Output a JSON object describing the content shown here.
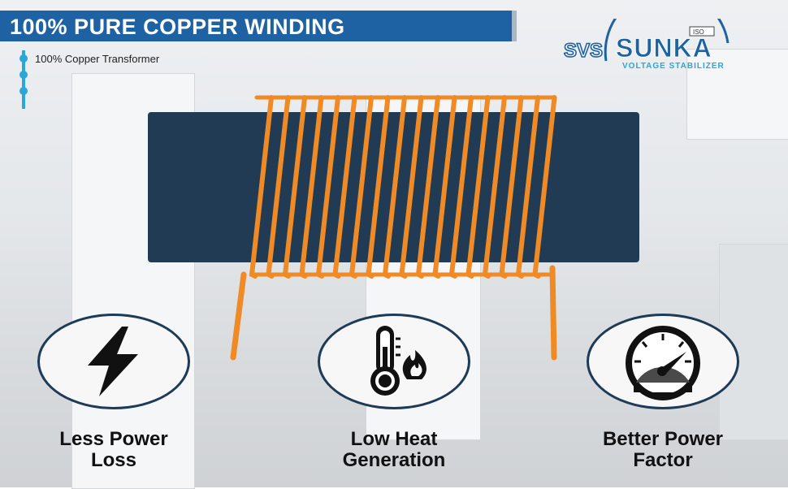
{
  "header": {
    "title": "100% PURE COPPER WINDING"
  },
  "subheading": {
    "label": "100% Copper Transformer"
  },
  "logo": {
    "mark": "SVS",
    "brand": "SUNKA",
    "tagline": "VOLTAGE STABILIZER",
    "badge": "ISO"
  },
  "features": [
    {
      "icon": "lightning-bolt-icon",
      "line1": "Less Power",
      "line2": "Loss"
    },
    {
      "icon": "thermometer-flame-icon",
      "line1": "Low Heat",
      "line2": "Generation"
    },
    {
      "icon": "speedometer-gauge-icon",
      "line1": "Better Power",
      "line2": "Factor"
    }
  ],
  "colors": {
    "header": "#1e62a3",
    "copper": "#f08a24",
    "core": "#223b55",
    "accent": "#2aa7d9"
  }
}
